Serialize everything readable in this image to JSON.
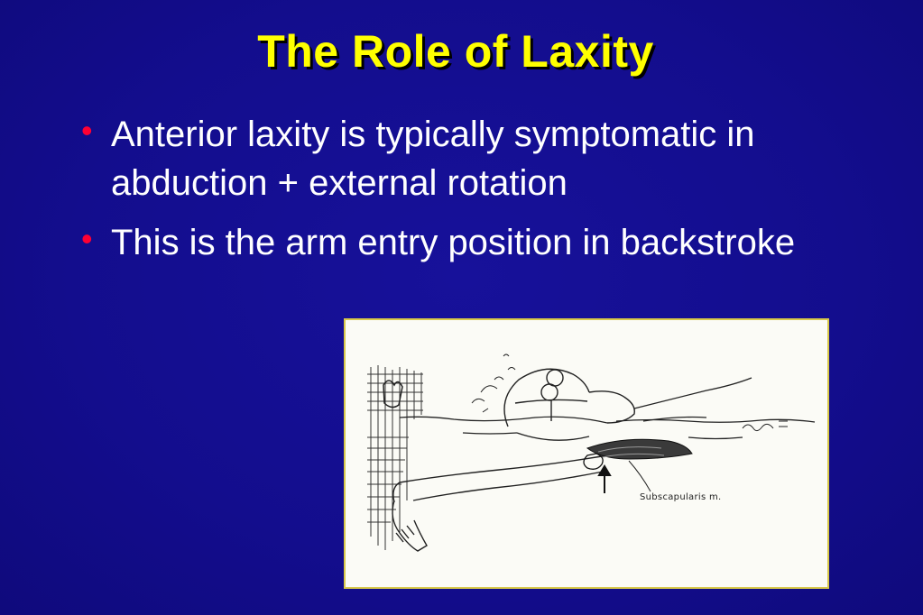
{
  "slide": {
    "title": "The Role of Laxity",
    "bullets": [
      "Anterior laxity is typically symptomatic in abduction + external rotation",
      "This is the arm entry position in backstroke"
    ],
    "bullet_symbol": "•",
    "figure": {
      "label": "Subscapularis m."
    },
    "colors": {
      "background": "#130d8d",
      "title": "#ffff00",
      "bullet_text": "#ffffff",
      "bullet_symbol": "#ff0033",
      "figure_border": "#d8c84a"
    }
  }
}
